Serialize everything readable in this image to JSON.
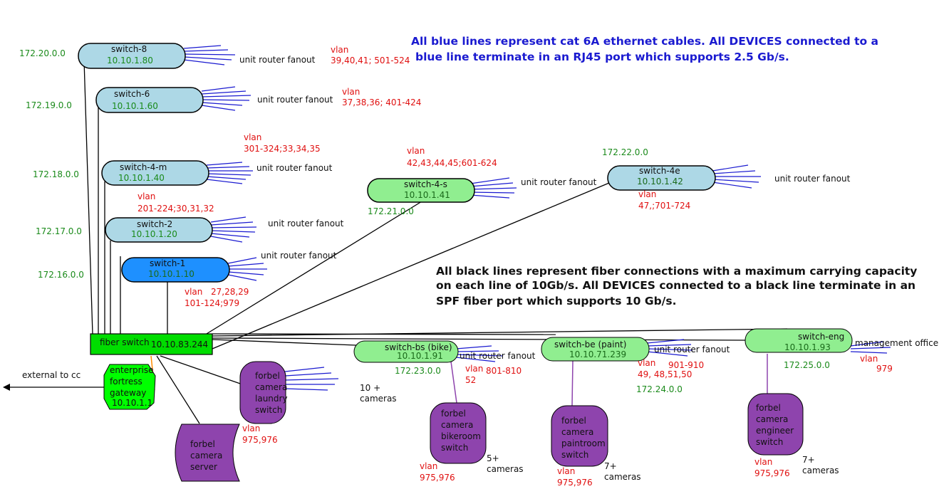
{
  "colors": {
    "fiber": "#000000",
    "cat6": "#1a1ad0",
    "vlan": "#e01010",
    "subnet": "#1a8a1a",
    "switch_blue": "#add8e6",
    "switch_green": "#90ee90",
    "switch_core": "#1e90ff",
    "camera_purple": "#8e44ad",
    "fiber_switch": "#00dd00",
    "gateway": "#00ff00",
    "gateway_link": "#ff8c00"
  },
  "notes": {
    "blue_line1": "All blue lines represent cat 6A ethernet cables. All DEVICES connected to a",
    "blue_line2": "blue line terminate in an RJ45 port which supports 2.5 Gb/s.",
    "black_line1": "All black lines represent fiber connections with a maximum carrying capacity",
    "black_line2": "on each line of 10Gb/s. All DEVICES connected to a black line terminate in an",
    "black_line3": "SPF fiber port which supports  10 Gb/s."
  },
  "subnets": {
    "s20": "172.20.0.0",
    "s19": "172.19.0.0",
    "s18": "172.18.0.0",
    "s17": "172.17.0.0",
    "s16": "172.16.0.0",
    "s21": "172.21.0.0",
    "s22": "172.22.0.0",
    "s23": "172.23.0.0",
    "s24": "172.24.0.0",
    "s25": "172.25.0.0"
  },
  "switches": {
    "sw8": {
      "name": "switch-8",
      "ip": "10.10.1.80",
      "fanout": "unit router fanout",
      "vlan_title": "vlan",
      "vlan_ids": "39,40,41; 501-524"
    },
    "sw6": {
      "name": "switch-6",
      "ip": "10.10.1.60",
      "fanout": "unit router fanout",
      "vlan_title": "vlan",
      "vlan_ids": "37,38,36; 401-424"
    },
    "sw4m": {
      "name": "switch-4-m",
      "ip": "10.10.1.40",
      "fanout": "unit router fanout",
      "vlan_title": "vlan",
      "vlan_ids": "301-324;33,34,35"
    },
    "sw2": {
      "name": "switch-2",
      "ip": "10.10.1.20",
      "fanout": "unit router fanout",
      "vlan_title": "vlan",
      "vlan_ids": "201-224;30,31,32"
    },
    "sw1": {
      "name": "switch-1",
      "ip": "10.10.1.10",
      "fanout": "unit router fanout",
      "vlan_title": "vlan",
      "vlan_a": "27,28,29",
      "vlan_b": "101-124;979"
    },
    "sw4s": {
      "name": "switch-4-s",
      "ip": "10.10.1.41",
      "fanout": "unit router fanout",
      "vlan_title": "vlan",
      "vlan_ids": "42,43,44,45;601-624"
    },
    "sw4e": {
      "name": "switch-4e",
      "ip": "10.10.1.42",
      "fanout": "unit router fanout",
      "vlan_title": "vlan",
      "vlan_ids": "47,;701-724"
    },
    "swbs": {
      "name": "switch-bs (bike)",
      "ip": "10.10.1.91",
      "fanout": "unit router fanout",
      "vlan_title": "vlan",
      "vlan_a": "801-810",
      "vlan_b": "52"
    },
    "swbe": {
      "name": "switch-be (paint)",
      "ip": "10.10.71.239",
      "fanout": "unit router fanout",
      "vlan_title": "vlan",
      "vlan_a": "901-910",
      "vlan_b": "49, 48,51,50"
    },
    "sweng": {
      "name": "switch-eng",
      "ip": "10.10.1.93",
      "fanout": "management office",
      "vlan_title": "vlan",
      "vlan_ids": "979"
    }
  },
  "fiber_switch": {
    "name": "fiber switch",
    "ip": "10.10.83.244"
  },
  "gateway": {
    "l1": "enterprise",
    "l2": "fortress",
    "l3": "gateway",
    "ip": "10.10.1.1",
    "external": "external to cc"
  },
  "cameras": {
    "server": {
      "l1": "forbel",
      "l2": "camera",
      "l3": "server"
    },
    "laundry": {
      "l1": "forbel",
      "l2": "camera",
      "l3": "laundry",
      "l4": "switch",
      "vlan_title": "vlan",
      "vlan_ids": "975,976",
      "count1": "10 +",
      "count2": "cameras"
    },
    "bike": {
      "l1": "forbel",
      "l2": "camera",
      "l3": "bikeroom",
      "l4": "switch",
      "vlan_title": "vlan",
      "vlan_ids": "975,976",
      "count1": "5+",
      "count2": "cameras"
    },
    "paint": {
      "l1": "forbel",
      "l2": "camera",
      "l3": "paintroom",
      "l4": "switch",
      "vlan_title": "vlan",
      "vlan_ids": "975,976",
      "count1": "7+",
      "count2": "cameras"
    },
    "engineer": {
      "l1": "forbel",
      "l2": "camera",
      "l3": "engineer",
      "l4": "switch",
      "vlan_title": "vlan",
      "vlan_ids": "975,976",
      "count1": "7+",
      "count2": "cameras"
    }
  }
}
